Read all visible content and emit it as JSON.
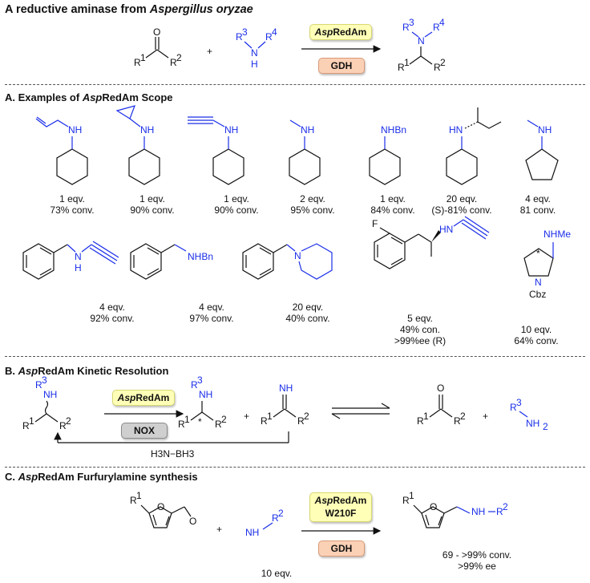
{
  "title": "A reductive aminase from Aspergillus oryzae",
  "title_prefix": "A reductive aminase from ",
  "title_species": "Aspergillus oryzae",
  "sections": {
    "a": "A. Examples of AspRedAm Scope",
    "a_letter": "A. Examples of ",
    "a_italic": "Asp",
    "a_rest": "RedAm Scope",
    "b_letter": "B. ",
    "b_italic": "Asp",
    "b_rest": "RedAm Kinetic Resolution",
    "c_letter": "C. ",
    "c_italic": "Asp",
    "c_rest": "RedAm Furfurylamine synthesis"
  },
  "enzymes": {
    "asp_italic": "Asp",
    "redam": "RedAm",
    "gdh": "GDH",
    "nox": "NOX",
    "w210f": "W210F"
  },
  "reagents": {
    "borane": "H3N−BH3",
    "c_amine_eq": "10 eqv."
  },
  "scope_row1": [
    {
      "amount": "1 eqv.",
      "result": "73% conv."
    },
    {
      "amount": "1 eqv.",
      "result": "90% conv."
    },
    {
      "amount": "1 eqv.",
      "result": "90% conv."
    },
    {
      "amount": "2 eqv.",
      "result": "95% conv."
    },
    {
      "amount": "1 eqv.",
      "result": "84% conv."
    },
    {
      "amount": "20 eqv.",
      "result": "(S)-81% conv."
    },
    {
      "amount": "4 eqv.",
      "result": "81 conv."
    }
  ],
  "scope_row2": [
    {
      "amount": "4 eqv.",
      "result": "92% conv."
    },
    {
      "amount": "4 eqv.",
      "result": "97% conv."
    },
    {
      "amount": "20 eqv.",
      "result": "40% conv."
    },
    {
      "amount": "5 eqv.",
      "result": "49% con.",
      "extra": ">99%ee (R)"
    },
    {
      "amount": "10 eqv.",
      "result": "64% conv."
    }
  ],
  "c_product": {
    "result": "69 - >99% conv.",
    "ee": ">99% ee"
  },
  "atoms": {
    "O": "O",
    "N": "N",
    "H": "H",
    "NH": "NH",
    "HN": "HN",
    "NHBn": "NHBn",
    "NHMe": "NHMe",
    "Cbz": "Cbz",
    "F": "F",
    "star": "*",
    "plus": "+",
    "R1": "R",
    "R2": "R",
    "R3": "R",
    "R4": "R",
    "sup1": "1",
    "sup2": "2",
    "sup3": "3",
    "sup4": "4",
    "NH2": "NH",
    "sub2": "2"
  },
  "colors": {
    "amine_blue": "#1a2ee8",
    "enzyme_yellow": "#ffffb8",
    "enzyme_orange": "#fbd1b6",
    "enzyme_gray": "#cfcfcf"
  }
}
